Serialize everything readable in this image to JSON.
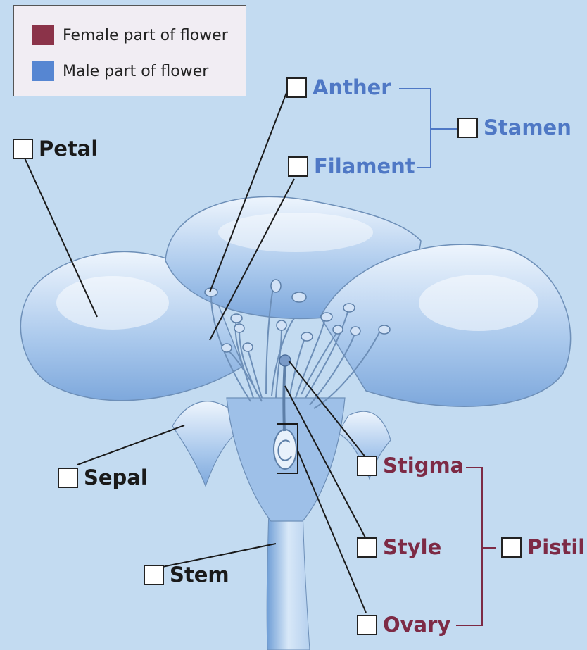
{
  "legend": [
    {
      "text": "Female part of flower",
      "color": "#8b3349"
    },
    {
      "text": "Male part of flower",
      "color": "#5686d2"
    }
  ],
  "labels": {
    "anther": "Anther",
    "filament": "Filament",
    "stamen": "Stamen",
    "petal": "Petal",
    "sepal": "Sepal",
    "stem": "Stem",
    "stigma": "Stigma",
    "style": "Style",
    "ovary": "Ovary",
    "pistil": "Pistil"
  },
  "colors": {
    "background": "#c3dbf1",
    "female": "#7d2a45",
    "male": "#4f78c5",
    "text": "#1a1a1a"
  }
}
